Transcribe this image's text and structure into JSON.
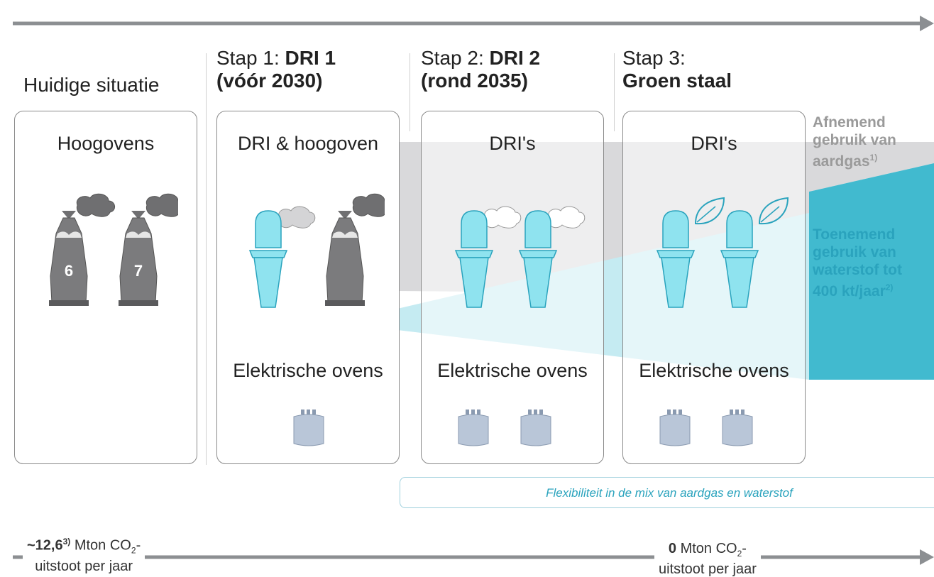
{
  "stages": [
    {
      "prefix": "",
      "bold_line1": "",
      "line2_plain": "Huidige situatie",
      "line2_bold": ""
    },
    {
      "prefix": "Stap 1: ",
      "bold_line1": "DRI 1",
      "line2_plain": "",
      "line2_bold": "(vóór 2030)"
    },
    {
      "prefix": "Stap 2: ",
      "bold_line1": "DRI 2",
      "line2_plain": "",
      "line2_bold": "(rond 2035)"
    },
    {
      "prefix": "Stap 3:",
      "bold_line1": "",
      "line2_plain": "",
      "line2_bold": "Groen staal"
    }
  ],
  "cards": [
    {
      "title": "Hoogovens",
      "lower_title": "",
      "furnace_numbers": [
        "6",
        "7"
      ]
    },
    {
      "title": "DRI & hoogoven",
      "lower_title": "Elektrische ovens"
    },
    {
      "title": "DRI's",
      "lower_title": "Elektrische ovens"
    },
    {
      "title": "DRI's",
      "lower_title": "Elektrische ovens"
    }
  ],
  "gas_label": {
    "l1": "Afnemend",
    "l2": "gebruik van",
    "l3": "aardgas",
    "note": "1)"
  },
  "hydrogen_label": {
    "l1": "Toenemend",
    "l2": "gebruik van",
    "l3": "waterstof tot",
    "l4": "400 kt/jaar",
    "note": "2)"
  },
  "flex_text": "Flexibiliteit in de mix van aardgas en waterstof",
  "emission_start": {
    "value": "~12,6",
    "note": "3)",
    "unit": "Mton CO",
    "sub": "2",
    "dash": "-",
    "line2": "uitstoot per jaar"
  },
  "emission_end": {
    "value": "0",
    "unit": "Mton CO",
    "sub": "2",
    "dash": "-",
    "line2": "uitstoot per jaar"
  },
  "colors": {
    "arrow": "#8c8f92",
    "gas": "#d9d9db",
    "hydrogen": "#2fb3c9",
    "gas_text": "#9a9a9a",
    "hydrogen_text": "#2aa3bd",
    "blast_furnace": "#7b7b7d",
    "dri_unit": "#8fe3ef"
  }
}
